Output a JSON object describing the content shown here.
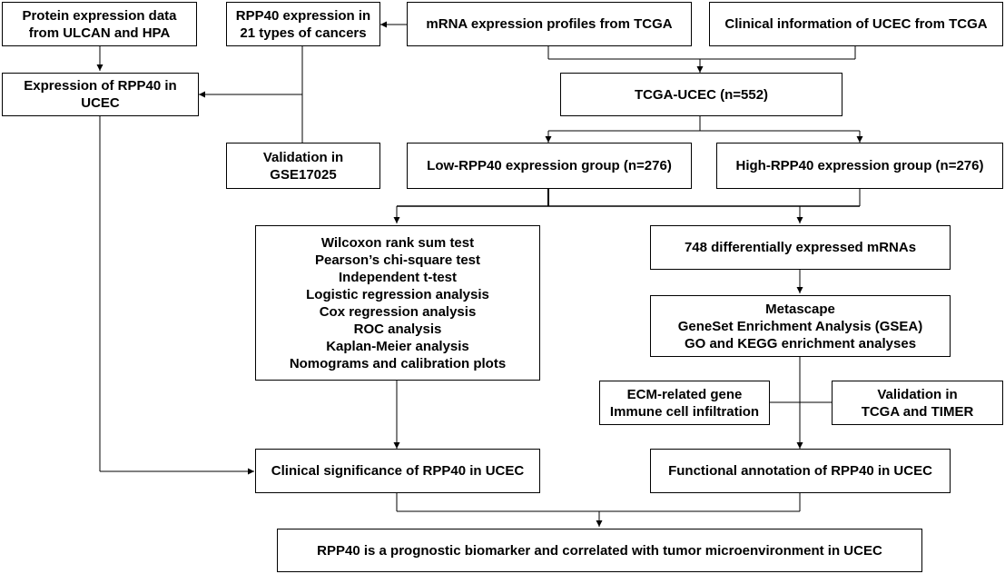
{
  "boxes": {
    "protein_data": [
      "Protein expression data",
      "from ULCAN and HPA"
    ],
    "rpp40_21_cancers": [
      "RPP40 expression in",
      "21 types of cancers"
    ],
    "mrna_tcga": [
      "mRNA expression profiles from TCGA"
    ],
    "clinical_tcga": [
      "Clinical information of UCEC from TCGA"
    ],
    "expression_ucec": [
      "Expression of RPP40  in",
      "UCEC"
    ],
    "tcga_ucec": [
      "TCGA-UCEC (n=552)"
    ],
    "validation_gse": [
      "Validation in",
      "GSE17025"
    ],
    "low_group": [
      "Low-RPP40 expression group (n=276)"
    ],
    "high_group": [
      "High-RPP40 expression group (n=276)"
    ],
    "stats_methods": [
      "Wilcoxon rank sum test",
      "Pearson’s chi-square test",
      "Independent t-test",
      "Logistic regression analysis",
      "Cox regression analysis",
      "ROC analysis",
      "Kaplan-Meier analysis",
      "Nomograms and calibration plots"
    ],
    "deg_mrnas": [
      "748 differentially  expressed mRNAs"
    ],
    "enrichment": [
      "Metascape",
      "GeneSet Enrichment Analysis (GSEA)",
      "GO and KEGG enrichment analyses"
    ],
    "ecm_immune": [
      "ECM-related gene",
      "Immune cell infiltration"
    ],
    "validation_tcga_timer": [
      "Validation in",
      "TCGA and TIMER"
    ],
    "clinical_significance": [
      "Clinical significance of RPP40 in UCEC"
    ],
    "functional_annotation": [
      "Functional annotation of RPP40 in UCEC"
    ],
    "conclusion": [
      "RPP40 is a prognostic biomarker and correlated with tumor microenvironment in UCEC"
    ]
  }
}
